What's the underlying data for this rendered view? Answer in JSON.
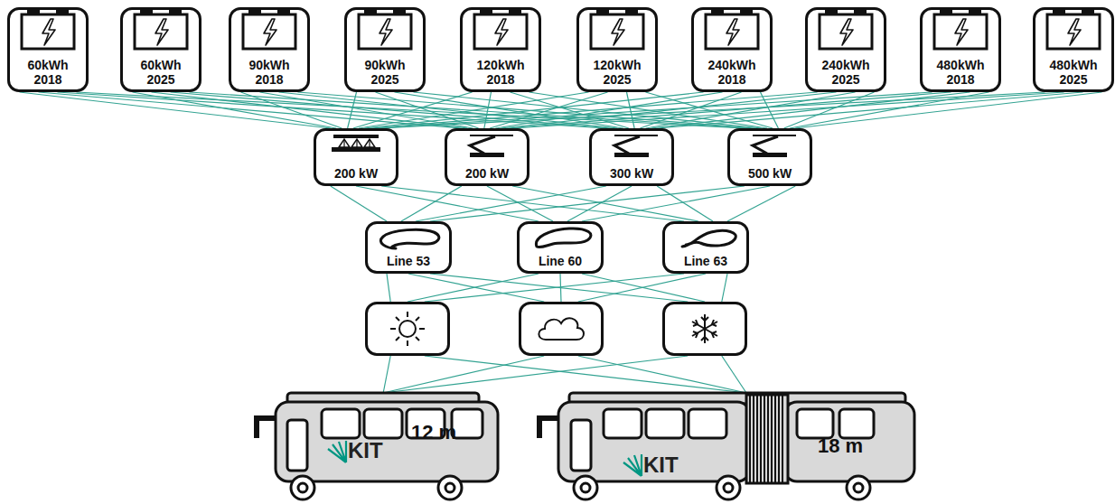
{
  "diagram": {
    "nodes": [
      {
        "text": [
          "60kWh",
          "2018"
        ]
      },
      {
        "text": [
          "60kWh",
          "2025"
        ]
      },
      {
        "text": [
          "90kWh",
          "2018"
        ]
      },
      {
        "text": [
          "90kWh",
          "2025"
        ]
      },
      {
        "text": [
          "120kWh",
          "2018"
        ]
      },
      {
        "text": [
          "120kWh",
          "2025"
        ]
      },
      {
        "text": [
          "240kWh",
          "2018"
        ]
      },
      {
        "text": [
          "240kWh",
          "2025"
        ]
      },
      {
        "text": [
          "480kWh",
          "2018"
        ]
      },
      {
        "text": [
          "480kWh",
          "2025"
        ]
      },
      {
        "text": [
          "200 kW"
        ]
      },
      {
        "text": [
          "200 kW"
        ]
      },
      {
        "text": [
          "300 kW"
        ]
      },
      {
        "text": [
          "500 kW"
        ]
      },
      {
        "text": [
          "Line 53"
        ]
      },
      {
        "text": [
          "Line 60"
        ]
      },
      {
        "text": [
          "Line 63"
        ]
      },
      {
        "text": []
      },
      {
        "text": []
      },
      {
        "text": []
      },
      {
        "text": [
          "KIT",
          "12 m"
        ]
      },
      {
        "text": [
          "KIT",
          "18 m"
        ]
      }
    ],
    "edges": [
      {
        "from": 0,
        "to": 10,
        "arrow": "none"
      },
      {
        "from": 0,
        "to": 11,
        "arrow": "none"
      },
      {
        "from": 0,
        "to": 12,
        "arrow": "none"
      },
      {
        "from": 0,
        "to": 13,
        "arrow": "none"
      },
      {
        "from": 1,
        "to": 10,
        "arrow": "none"
      },
      {
        "from": 1,
        "to": 11,
        "arrow": "none"
      },
      {
        "from": 1,
        "to": 12,
        "arrow": "none"
      },
      {
        "from": 1,
        "to": 13,
        "arrow": "none"
      },
      {
        "from": 2,
        "to": 10,
        "arrow": "none"
      },
      {
        "from": 2,
        "to": 11,
        "arrow": "none"
      },
      {
        "from": 2,
        "to": 12,
        "arrow": "none"
      },
      {
        "from": 2,
        "to": 13,
        "arrow": "none"
      },
      {
        "from": 3,
        "to": 10,
        "arrow": "none"
      },
      {
        "from": 3,
        "to": 11,
        "arrow": "none"
      },
      {
        "from": 3,
        "to": 12,
        "arrow": "none"
      },
      {
        "from": 3,
        "to": 13,
        "arrow": "none"
      },
      {
        "from": 4,
        "to": 10,
        "arrow": "none"
      },
      {
        "from": 4,
        "to": 11,
        "arrow": "none"
      },
      {
        "from": 4,
        "to": 12,
        "arrow": "none"
      },
      {
        "from": 4,
        "to": 13,
        "arrow": "none"
      },
      {
        "from": 5,
        "to": 10,
        "arrow": "none"
      },
      {
        "from": 5,
        "to": 11,
        "arrow": "none"
      },
      {
        "from": 5,
        "to": 12,
        "arrow": "none"
      },
      {
        "from": 5,
        "to": 13,
        "arrow": "none"
      },
      {
        "from": 6,
        "to": 10,
        "arrow": "none"
      },
      {
        "from": 6,
        "to": 11,
        "arrow": "none"
      },
      {
        "from": 6,
        "to": 12,
        "arrow": "none"
      },
      {
        "from": 6,
        "to": 13,
        "arrow": "none"
      },
      {
        "from": 7,
        "to": 10,
        "arrow": "none"
      },
      {
        "from": 7,
        "to": 11,
        "arrow": "none"
      },
      {
        "from": 7,
        "to": 12,
        "arrow": "none"
      },
      {
        "from": 7,
        "to": 13,
        "arrow": "none"
      },
      {
        "from": 8,
        "to": 10,
        "arrow": "none"
      },
      {
        "from": 8,
        "to": 11,
        "arrow": "none"
      },
      {
        "from": 8,
        "to": 12,
        "arrow": "none"
      },
      {
        "from": 8,
        "to": 13,
        "arrow": "none"
      },
      {
        "from": 9,
        "to": 10,
        "arrow": "none"
      },
      {
        "from": 9,
        "to": 11,
        "arrow": "none"
      },
      {
        "from": 9,
        "to": 12,
        "arrow": "none"
      },
      {
        "from": 9,
        "to": 13,
        "arrow": "none"
      },
      {
        "from": 10,
        "to": 14,
        "arrow": "none"
      },
      {
        "from": 10,
        "to": 15,
        "arrow": "none"
      },
      {
        "from": 10,
        "to": 16,
        "arrow": "none"
      },
      {
        "from": 11,
        "to": 14,
        "arrow": "none"
      },
      {
        "from": 11,
        "to": 15,
        "arrow": "none"
      },
      {
        "from": 11,
        "to": 16,
        "arrow": "none"
      },
      {
        "from": 12,
        "to": 14,
        "arrow": "none"
      },
      {
        "from": 12,
        "to": 15,
        "arrow": "none"
      },
      {
        "from": 12,
        "to": 16,
        "arrow": "none"
      },
      {
        "from": 13,
        "to": 14,
        "arrow": "none"
      },
      {
        "from": 13,
        "to": 15,
        "arrow": "none"
      },
      {
        "from": 13,
        "to": 16,
        "arrow": "none"
      },
      {
        "from": 14,
        "to": 17,
        "arrow": "none"
      },
      {
        "from": 14,
        "to": 18,
        "arrow": "none"
      },
      {
        "from": 14,
        "to": 19,
        "arrow": "none"
      },
      {
        "from": 15,
        "to": 17,
        "arrow": "none"
      },
      {
        "from": 15,
        "to": 18,
        "arrow": "none"
      },
      {
        "from": 15,
        "to": 19,
        "arrow": "none"
      },
      {
        "from": 16,
        "to": 17,
        "arrow": "none"
      },
      {
        "from": 16,
        "to": 18,
        "arrow": "none"
      },
      {
        "from": 16,
        "to": 19,
        "arrow": "none"
      },
      {
        "from": 17,
        "to": 20,
        "arrow": "none"
      },
      {
        "from": 17,
        "to": 21,
        "arrow": "none"
      },
      {
        "from": 18,
        "to": 20,
        "arrow": "none"
      },
      {
        "from": 18,
        "to": 21,
        "arrow": "none"
      },
      {
        "from": 19,
        "to": 20,
        "arrow": "none"
      },
      {
        "from": 19,
        "to": 21,
        "arrow": "none"
      }
    ]
  }
}
